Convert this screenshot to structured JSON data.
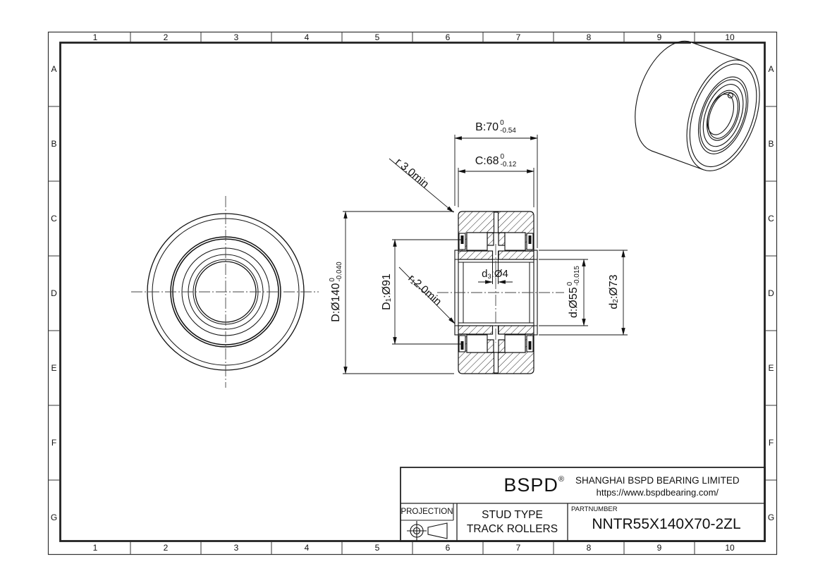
{
  "grid": {
    "columns": [
      "1",
      "2",
      "3",
      "4",
      "5",
      "6",
      "7",
      "8",
      "9",
      "10"
    ],
    "rows": [
      "A",
      "B",
      "C",
      "D",
      "E",
      "F",
      "G"
    ]
  },
  "dimensions": {
    "B": {
      "text": "B:70",
      "tol_top": "0",
      "tol_bottom": "-0.54"
    },
    "C": {
      "text": "C:68",
      "tol_top": "0",
      "tol_bottom": "-0.12"
    },
    "D": {
      "text": "D:Ø140",
      "tol_top": "0",
      "tol_bottom": "-0.040"
    },
    "D1": {
      "base": "D",
      "sub": "1",
      "rest": ":Ø91"
    },
    "r": {
      "text": "r 3.0min"
    },
    "r1": {
      "base": "r",
      "sub": "1",
      "rest": " 2.0min"
    },
    "d3": {
      "base": "d",
      "sub": "3",
      "rest": ":Ø4"
    },
    "d": {
      "text": "d:Ø55",
      "tol_top": "0",
      "tol_bottom": "-0.015"
    },
    "d2": {
      "base": "d",
      "sub": "2",
      "rest": ":Ø73"
    }
  },
  "title_block": {
    "brand": "BSPD",
    "registered": "®",
    "company": "SHANGHAI BSPD BEARING LIMITED",
    "website": "https://www.bspdbearing.com/",
    "projection_label": "PROJECTION",
    "product_type_line1": "STUD TYPE",
    "product_type_line2": "TRACK ROLLERS",
    "partnumber_label": "PARTNUMBER",
    "partnumber": "NNTR55X140X70-2ZL"
  },
  "colors": {
    "line": "#111111",
    "background": "#ffffff"
  }
}
